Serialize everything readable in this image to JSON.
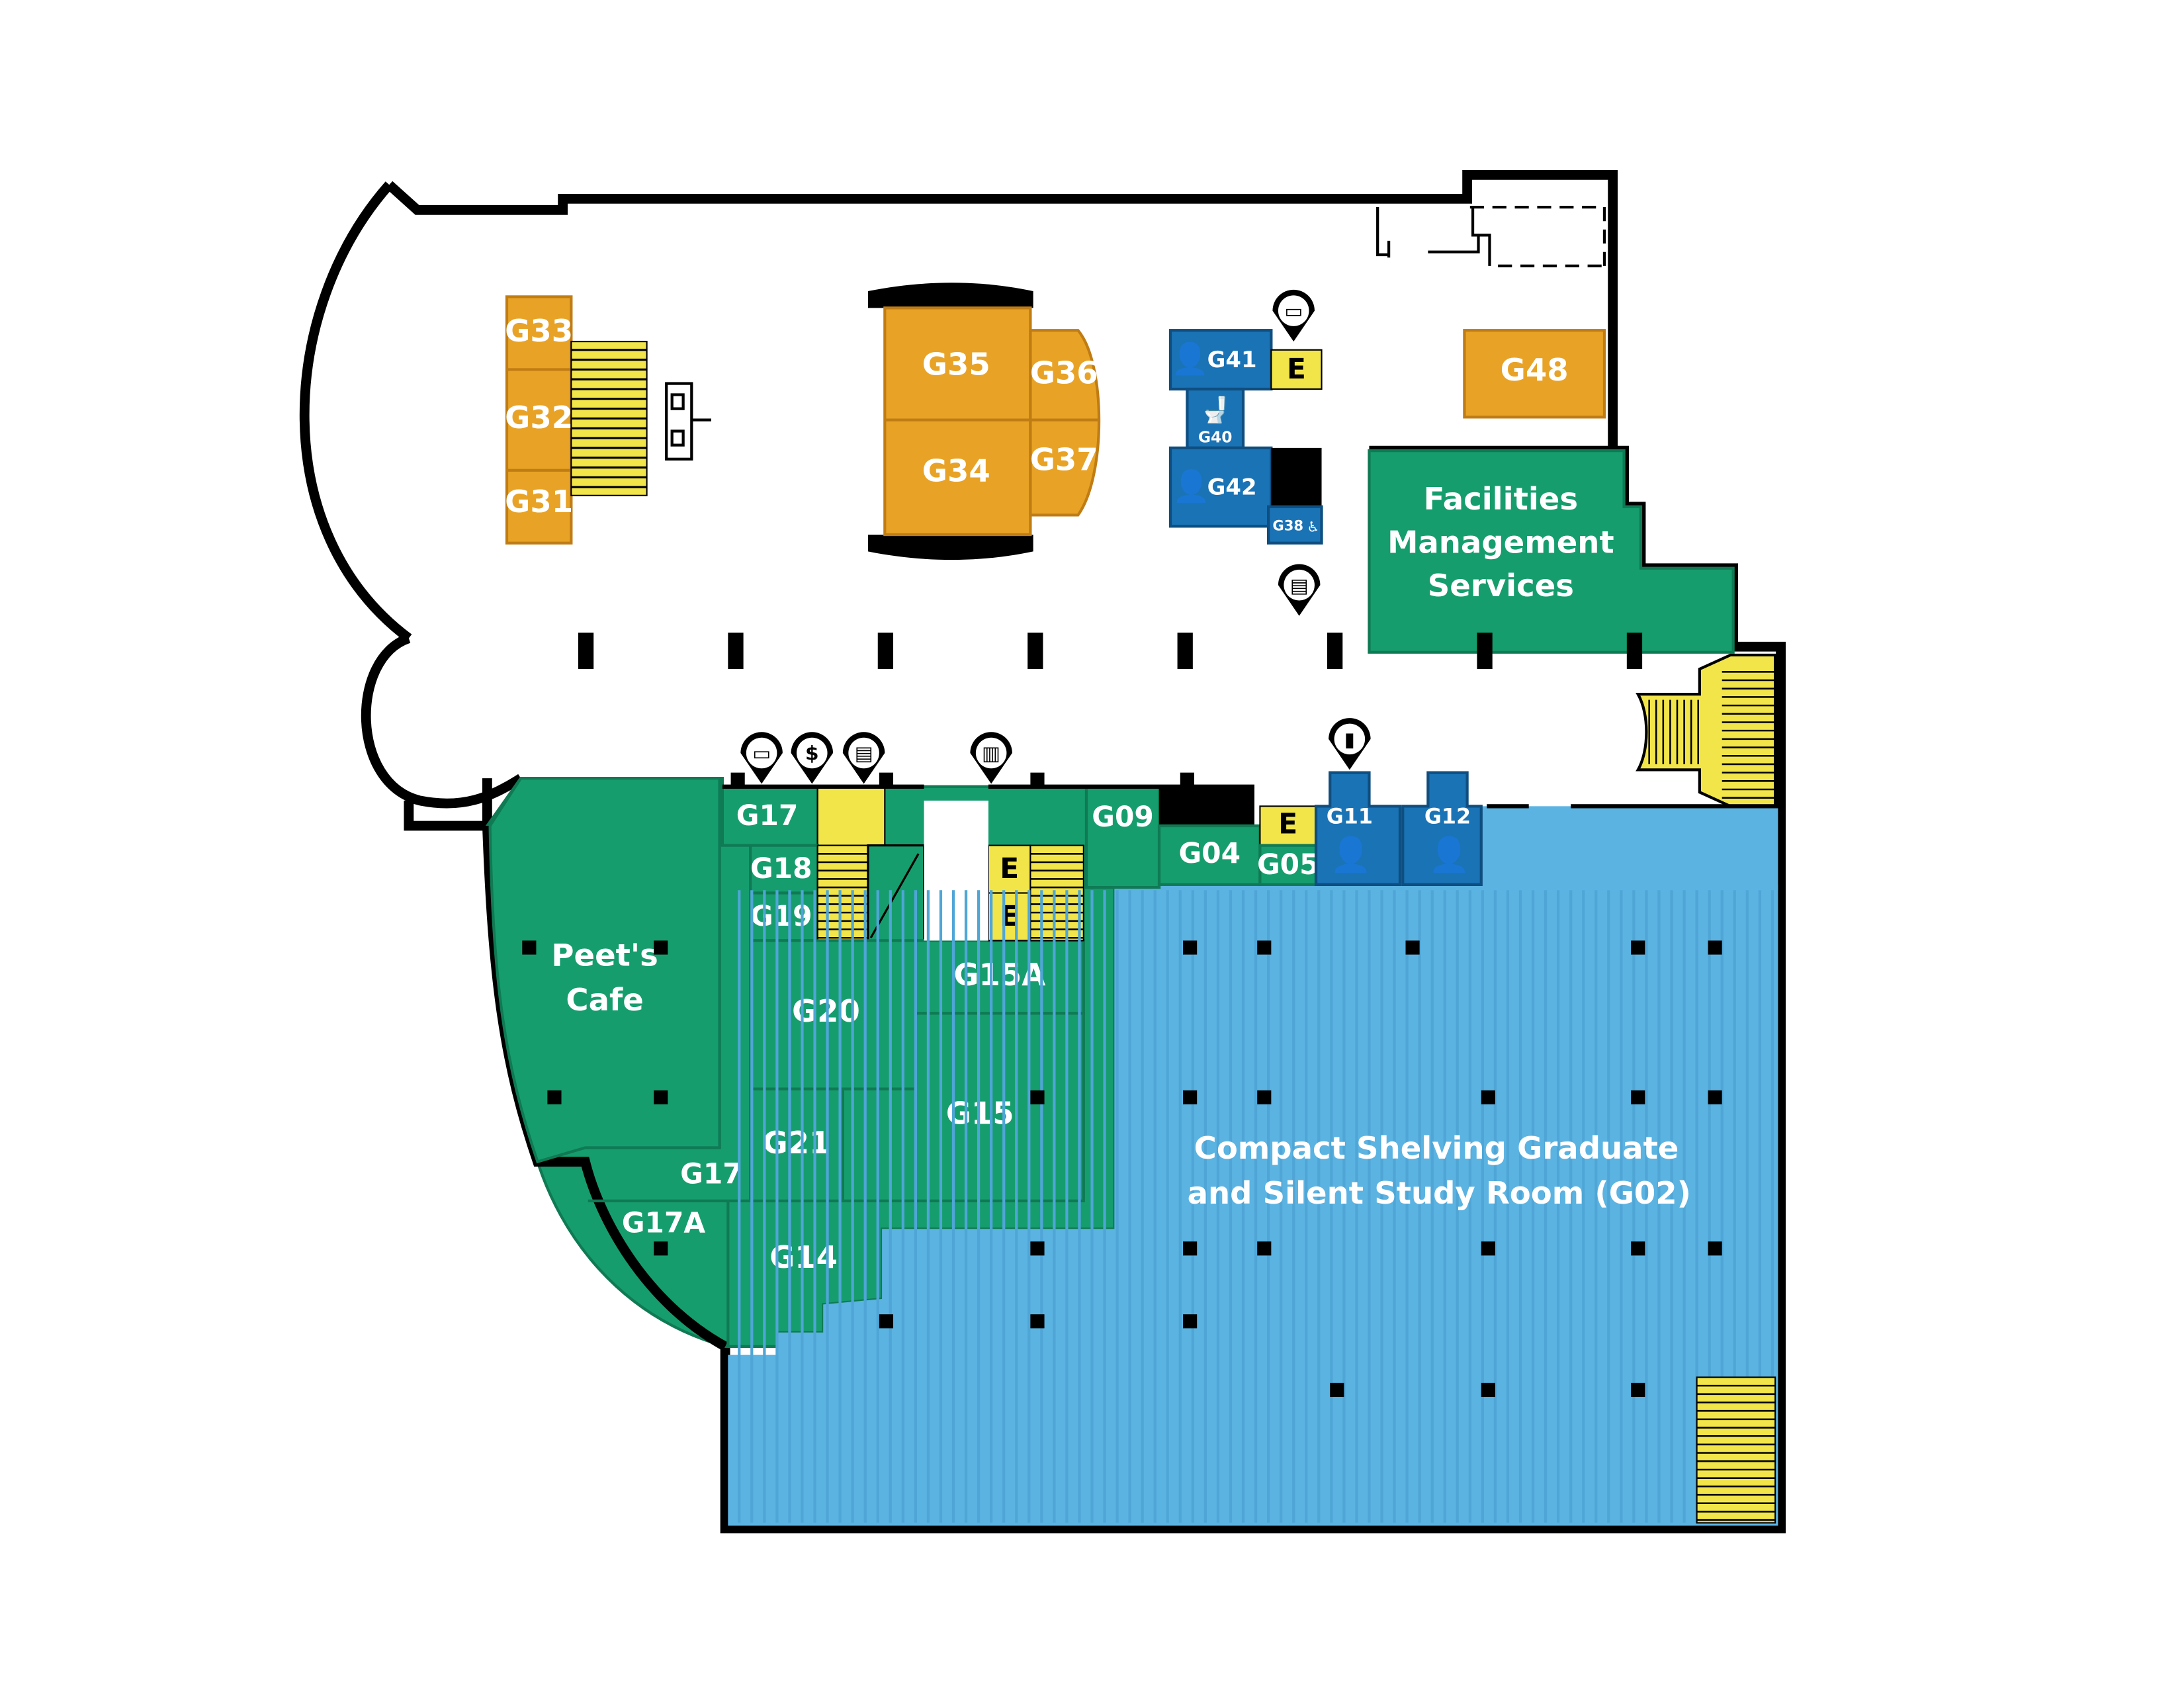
{
  "colors": {
    "orange": "#E8A326",
    "green": "#169D6E",
    "blue": "#5BB3E2",
    "dark_blue": "#1A73B5",
    "yellow": "#F2E54A",
    "black": "#000000",
    "white": "#FFFFFF"
  },
  "rooms": {
    "g33": "G33",
    "g32": "G32",
    "g31": "G31",
    "g35": "G35",
    "g36": "G36",
    "g34": "G34",
    "g37": "G37",
    "g41": "G41",
    "g40": "G40",
    "g42": "G42",
    "g38": "G38",
    "g48": "G48",
    "facilities_line1": "Facilities",
    "facilities_line2": "Management",
    "facilities_line3": "Services",
    "g17_top": "G17",
    "g18": "G18",
    "g19": "G19",
    "g20": "G20",
    "g15a": "G15A",
    "g15": "G15",
    "g21": "G21",
    "g17_bottom": "G17",
    "g17a": "G17A",
    "g14": "G14",
    "g09": "G09",
    "g04": "G04",
    "g05": "G05",
    "g11": "G11",
    "g12": "G12",
    "peets_line1": "Peet's",
    "peets_line2": "Cafe",
    "compact_line1": "Compact Shelving Graduate",
    "compact_line2": "and Silent Study Room (G02)"
  },
  "elevator_label": "E",
  "icons": {
    "computer": "computer-icon",
    "dollar": "dollar-icon",
    "printer": "printer-icon",
    "book": "book-icon",
    "battery": "battery-icon",
    "men": "men-restroom-icon",
    "women": "women-restroom-icon",
    "toilet": "toilet-icon",
    "baby": "baby-changing-icon",
    "dollar_symbol": "$"
  }
}
